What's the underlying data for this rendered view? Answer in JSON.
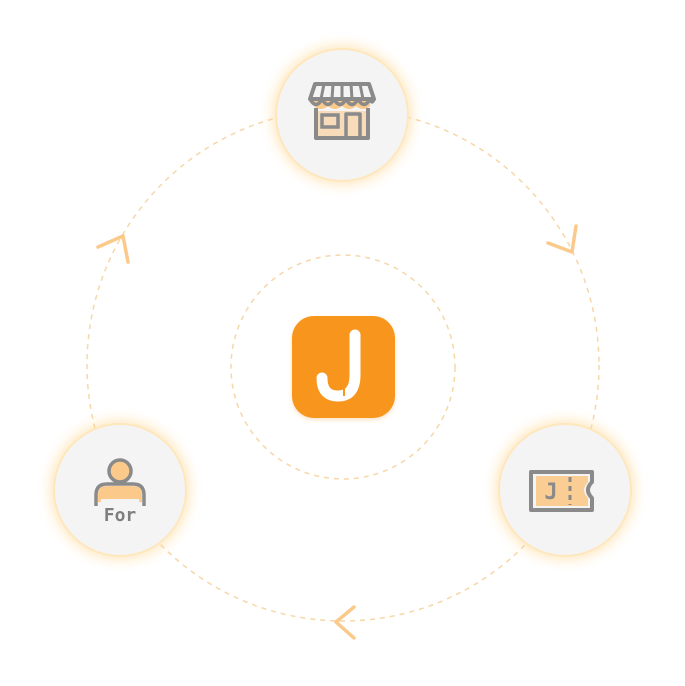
{
  "colors": {
    "accent": "#F7951F",
    "accent_light": "#FBC98A",
    "dashed_line": "#F6D7A8",
    "node_fill": "#F4F4F4",
    "node_glow": "#FFE3B0",
    "icon_stroke": "#8A8A8A",
    "background": "#FFFFFF"
  },
  "center": {
    "logo_letter": "J",
    "icon": "j-app-logo-icon"
  },
  "nodes": {
    "store": {
      "icon": "storefront-icon"
    },
    "ticket": {
      "icon": "ticket-icon",
      "letter": "J"
    },
    "user": {
      "icon": "user-for-icon",
      "label": "For"
    }
  },
  "cycle": {
    "direction": "clockwise",
    "arrows": [
      "arrow-store-to-ticket",
      "arrow-ticket-to-user",
      "arrow-user-to-store"
    ]
  }
}
